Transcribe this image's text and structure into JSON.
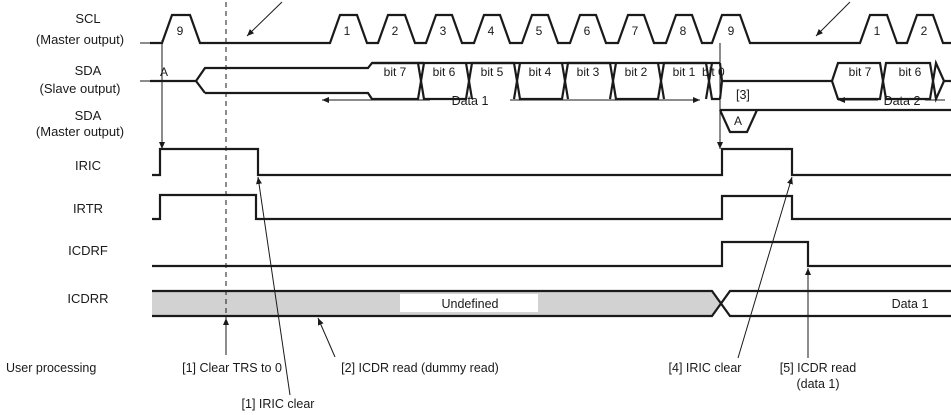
{
  "signals": {
    "scl": [
      "SCL",
      "(Master output)"
    ],
    "sda_slave": [
      "SDA",
      "(Slave output)"
    ],
    "sda_master": [
      "SDA",
      "(Master output)"
    ],
    "iric": "IRIC",
    "irtr": "IRTR",
    "icdrf": "ICDRF",
    "icdrr": "ICDRR"
  },
  "scl_pulses_first": [
    "9"
  ],
  "scl_pulses_data1": [
    "1",
    "2",
    "3",
    "4",
    "5",
    "6",
    "7",
    "8",
    "9"
  ],
  "scl_pulses_data2": [
    "1",
    "2"
  ],
  "sda_slave_ack": "A",
  "sda_slave_data1_bits": [
    "bit 7",
    "bit 6",
    "bit 5",
    "bit 4",
    "bit 3",
    "bit 2",
    "bit 1",
    "bit 0"
  ],
  "sda_slave_data2_bits": [
    "bit 7",
    "bit 6"
  ],
  "data1_label": "Data 1",
  "data2_label": "Data 2",
  "sda_master_ack": "A",
  "step3_label": "[3]",
  "icdrr_undefined": "Undefined",
  "icdrr_data": "Data 1",
  "user_processing_label": "User processing",
  "annotations": {
    "clear_trs": "[1] Clear TRS to 0",
    "iric_clear_1": "[1] IRIC clear",
    "icdr_dummy": "[2] ICDR read (dummy read)",
    "iric_clear_4": "[4] IRIC clear",
    "icdr_read_5": "[5] ICDR read",
    "icdr_read_5_sub": "(data 1)"
  }
}
